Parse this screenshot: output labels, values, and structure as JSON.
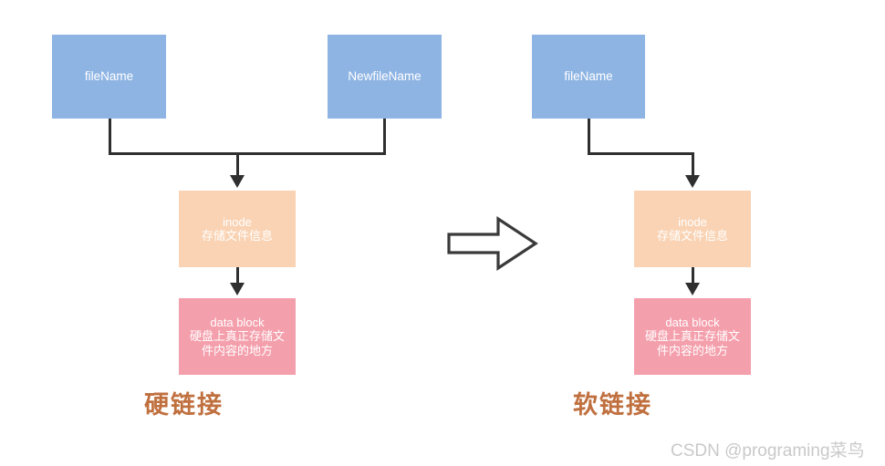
{
  "diagram": {
    "title_hint": "hard link vs soft link file system diagram",
    "background_color": "#ffffff",
    "palette": {
      "file_box": "#8eb4e3",
      "inode_box": "#f9d3b4",
      "data_block_box": "#f49fac",
      "connector": "#2f2f2f",
      "caption": "#c0703f",
      "watermark": "#c9c9c9",
      "box_text": "#ffffff"
    },
    "left": {
      "caption": "硬链接",
      "file_box_1": {
        "label": "fileName"
      },
      "file_box_2": {
        "label": "NewfileName"
      },
      "inode_box": {
        "line1": "inode",
        "line2": "存储文件信息"
      },
      "data_block_box": {
        "line1": "data block",
        "line2": "硬盘上真正存储文",
        "line3": "件内容的地方"
      }
    },
    "right": {
      "caption": "软链接",
      "file_box_1": {
        "label": "fileName"
      },
      "inode_box": {
        "line1": "inode",
        "line2": "存储文件信息"
      },
      "data_block_box": {
        "line1": "data block",
        "line2": "硬盘上真正存储文",
        "line3": "件内容的地方"
      }
    },
    "transition_arrow": {
      "icon": "right-arrow-outline-icon",
      "direction": "right"
    },
    "watermark": {
      "text": "CSDN @programing菜鸟"
    }
  }
}
